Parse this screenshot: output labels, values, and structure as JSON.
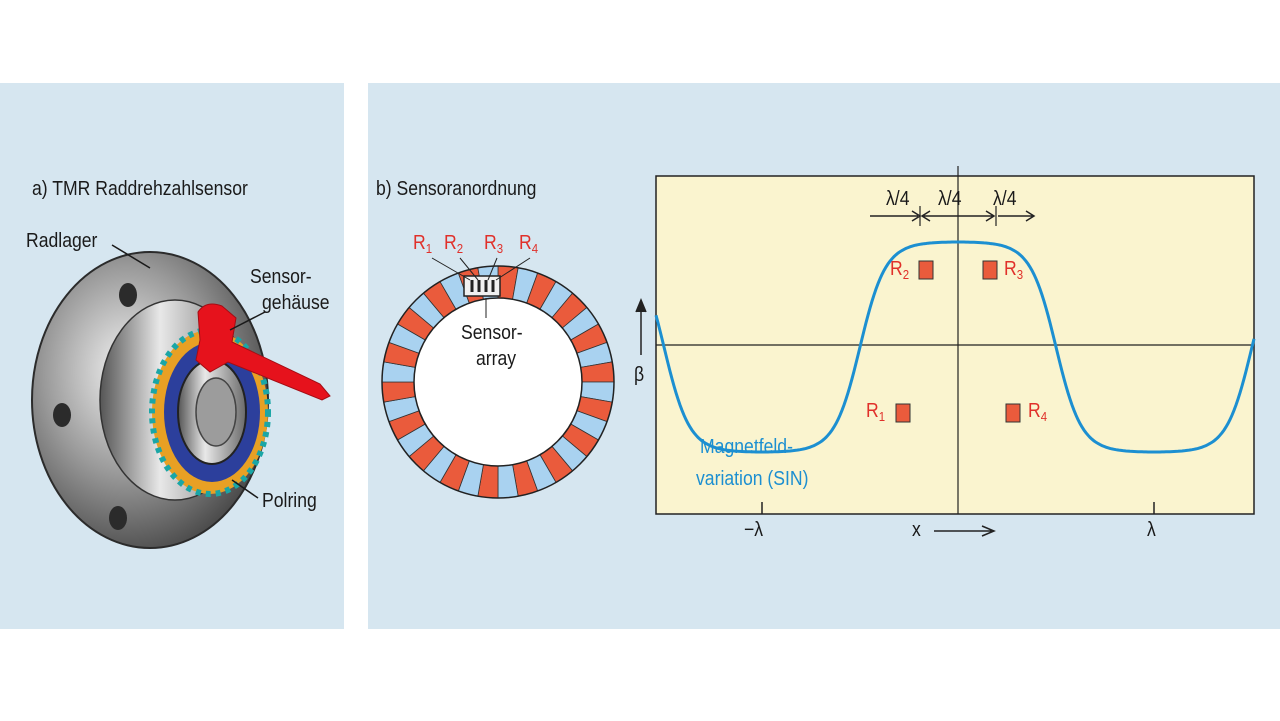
{
  "panel_a": {
    "title": "a) TMR Raddrehzahlsensor",
    "labels": {
      "radlager": "Radlager",
      "sensor_line1": "Sensor-",
      "sensor_line2": "gehäuse",
      "polring": "Polring"
    }
  },
  "panel_b": {
    "title": "b) Sensoranordnung",
    "ring": {
      "sensor_labels": [
        "R",
        "R",
        "R",
        "R"
      ],
      "sensor_subs": [
        "1",
        "2",
        "3",
        "4"
      ],
      "array_line1": "Sensor-",
      "array_line2": "array",
      "segment_count": 36
    },
    "graph": {
      "lambda_labels": [
        "λ/4",
        "λ/4",
        "λ/4"
      ],
      "y_axis_label": "β",
      "x_axis_label": "x",
      "x_ticks": [
        "−λ",
        "λ"
      ],
      "curve_label_line1": "Magnetfeld-",
      "curve_label_line2": "variation (SIN)",
      "sensors": [
        {
          "name": "R",
          "sub": "1"
        },
        {
          "name": "R",
          "sub": "2"
        },
        {
          "name": "R",
          "sub": "3"
        },
        {
          "name": "R",
          "sub": "4"
        }
      ]
    }
  },
  "colors": {
    "panel_bg": "#d6e6f0",
    "graph_bg": "#faf4cf",
    "curve": "#1c8fd1",
    "pole_red": "#ea5b3c",
    "pole_blue": "#a9d2f0",
    "sensor_red": "#e0302a"
  }
}
